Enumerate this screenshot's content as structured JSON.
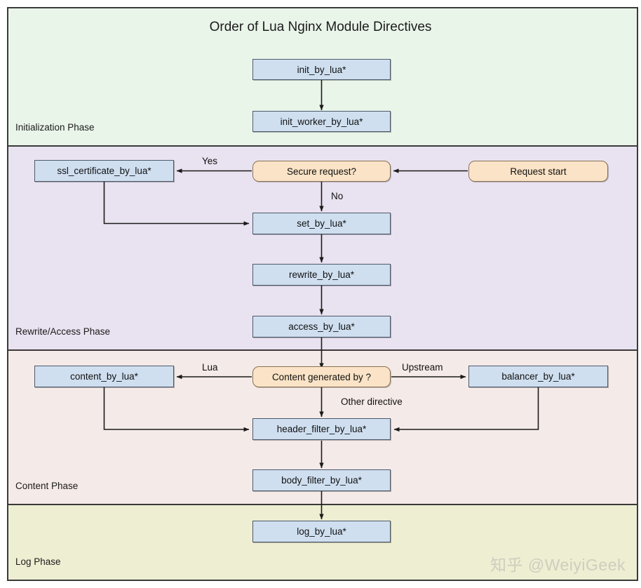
{
  "title": "Order of Lua Nginx Module Directives",
  "watermark": "知乎 @WeiyiGeek",
  "colors": {
    "band_initialization": "#eaf5ea",
    "band_rewrite": "#e9e2f0",
    "band_content": "#f4eae8",
    "band_log": "#eeeed2",
    "node_process_fill": "#cfdff0",
    "node_decision_fill": "#fae3c6",
    "border": "#3a3a3a",
    "edge": "#1b1b1b",
    "watermark": "#cfcdbe"
  },
  "bands": [
    {
      "id": "initialization",
      "label": "Initialization Phase",
      "fill": "#eaf5ea"
    },
    {
      "id": "rewrite",
      "label": "Rewrite/Access Phase",
      "fill": "#e9e2f0"
    },
    {
      "id": "content",
      "label": "Content Phase",
      "fill": "#f4eae8"
    },
    {
      "id": "log",
      "label": "Log Phase",
      "fill": "#eeeed2"
    }
  ],
  "nodes": [
    {
      "id": "init_by_lua",
      "label": "init_by_lua*",
      "shape": "process",
      "band": "initialization"
    },
    {
      "id": "init_worker_by_lua",
      "label": "init_worker_by_lua*",
      "shape": "process",
      "band": "initialization"
    },
    {
      "id": "request_start",
      "label": "Request start",
      "shape": "decision",
      "band": "rewrite"
    },
    {
      "id": "secure_request",
      "label": "Secure request?",
      "shape": "decision",
      "band": "rewrite"
    },
    {
      "id": "ssl_certificate_by_lua",
      "label": "ssl_certificate_by_lua*",
      "shape": "process",
      "band": "rewrite"
    },
    {
      "id": "set_by_lua",
      "label": "set_by_lua*",
      "shape": "process",
      "band": "rewrite"
    },
    {
      "id": "rewrite_by_lua",
      "label": "rewrite_by_lua*",
      "shape": "process",
      "band": "rewrite"
    },
    {
      "id": "access_by_lua",
      "label": "access_by_lua*",
      "shape": "process",
      "band": "rewrite"
    },
    {
      "id": "content_generated_by",
      "label": "Content generated by ?",
      "shape": "decision",
      "band": "content"
    },
    {
      "id": "content_by_lua",
      "label": "content_by_lua*",
      "shape": "process",
      "band": "content"
    },
    {
      "id": "balancer_by_lua",
      "label": "balancer_by_lua*",
      "shape": "process",
      "band": "content"
    },
    {
      "id": "header_filter_by_lua",
      "label": "header_filter_by_lua*",
      "shape": "process",
      "band": "content"
    },
    {
      "id": "body_filter_by_lua",
      "label": "body_filter_by_lua*",
      "shape": "process",
      "band": "content"
    },
    {
      "id": "log_by_lua",
      "label": "log_by_lua*",
      "shape": "process",
      "band": "log"
    }
  ],
  "edge_labels": {
    "yes": "Yes",
    "no": "No",
    "lua": "Lua",
    "upstream": "Upstream",
    "other_directive": "Other directive"
  },
  "edges": [
    {
      "from": "init_by_lua",
      "to": "init_worker_by_lua",
      "label": ""
    },
    {
      "from": "request_start",
      "to": "secure_request",
      "label": ""
    },
    {
      "from": "secure_request",
      "to": "ssl_certificate_by_lua",
      "label": "Yes"
    },
    {
      "from": "secure_request",
      "to": "set_by_lua",
      "label": "No"
    },
    {
      "from": "ssl_certificate_by_lua",
      "to": "set_by_lua",
      "label": ""
    },
    {
      "from": "set_by_lua",
      "to": "rewrite_by_lua",
      "label": ""
    },
    {
      "from": "rewrite_by_lua",
      "to": "access_by_lua",
      "label": ""
    },
    {
      "from": "access_by_lua",
      "to": "content_generated_by",
      "label": ""
    },
    {
      "from": "content_generated_by",
      "to": "content_by_lua",
      "label": "Lua"
    },
    {
      "from": "content_generated_by",
      "to": "balancer_by_lua",
      "label": "Upstream"
    },
    {
      "from": "content_generated_by",
      "to": "header_filter_by_lua",
      "label": "Other directive"
    },
    {
      "from": "content_by_lua",
      "to": "header_filter_by_lua",
      "label": ""
    },
    {
      "from": "balancer_by_lua",
      "to": "header_filter_by_lua",
      "label": ""
    },
    {
      "from": "header_filter_by_lua",
      "to": "body_filter_by_lua",
      "label": ""
    },
    {
      "from": "body_filter_by_lua",
      "to": "log_by_lua",
      "label": ""
    }
  ]
}
